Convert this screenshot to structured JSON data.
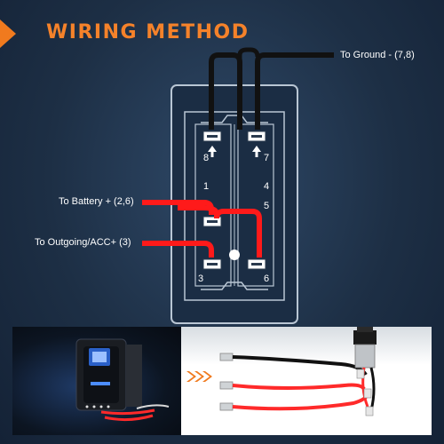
{
  "title": "WIRING METHOD",
  "labels": {
    "ground": "To Ground - (7,8)",
    "battery": "To Battery + (2,6)",
    "outgoing": "To Outgoing/ACC+ (3)"
  },
  "pins": {
    "p8": "8",
    "p7": "7",
    "p1": "1",
    "p4": "4",
    "p5": "5",
    "p3": "3",
    "p6": "6"
  },
  "colors": {
    "title": "#f5822a",
    "accent": "#f07a1e",
    "wire_ground": "#111111",
    "wire_power": "#ff1a1a",
    "switch_outline": "#c8d3df"
  }
}
